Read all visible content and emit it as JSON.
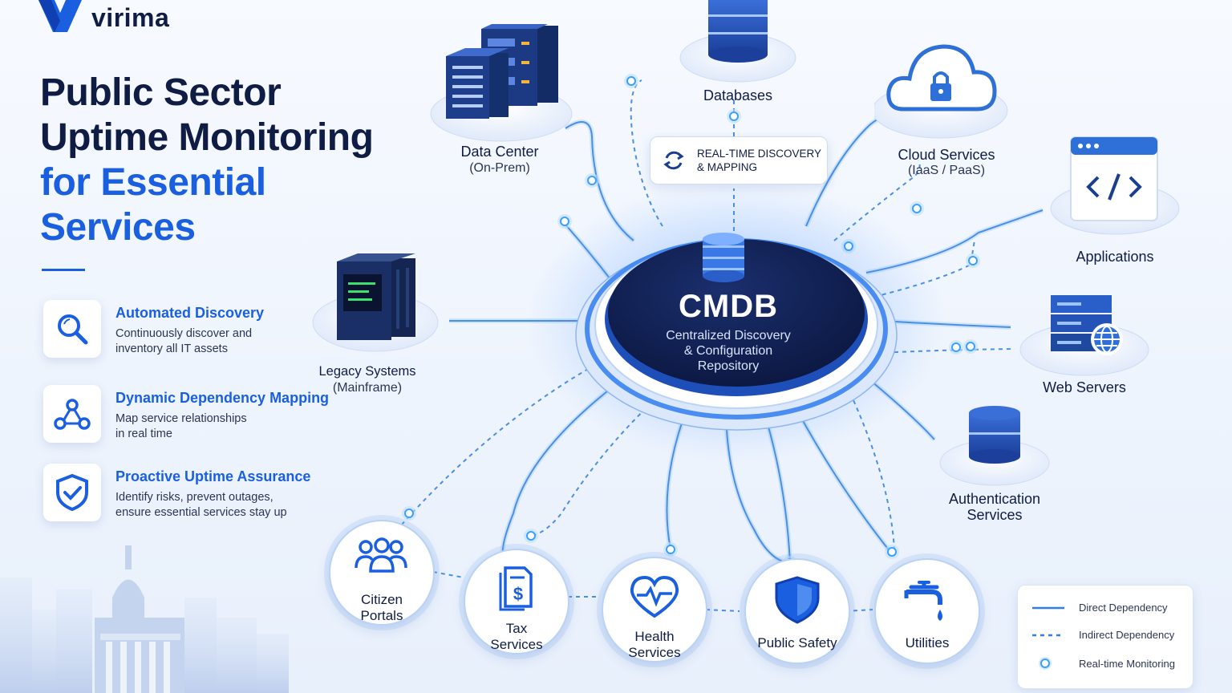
{
  "brand": {
    "name": "virima",
    "accent": "#1a5fe0",
    "dark": "#0f1d45"
  },
  "headline": {
    "line1": "Public Sector",
    "line2": "Uptime Monitoring",
    "line3": "for Essential",
    "line4": "Services"
  },
  "features": [
    {
      "icon": "search-icon",
      "title": "Automated Discovery",
      "desc1": "Continuously discover and",
      "desc2": "inventory all IT assets"
    },
    {
      "icon": "network-nodes-icon",
      "title": "Dynamic Dependency Mapping",
      "desc1": "Map service relationships",
      "desc2": "in real time"
    },
    {
      "icon": "shield-check-icon",
      "title": "Proactive Uptime Assurance",
      "desc1": "Identify risks, prevent outages,",
      "desc2": "ensure essential services stay up"
    }
  ],
  "hub": {
    "title": "CMDB",
    "sub1": "Centralized Discovery",
    "sub2": "& Configuration",
    "sub3": "Repository",
    "icon": "database-icon"
  },
  "discovery_badge": {
    "line1": "REAL-TIME DISCOVERY",
    "line2": "& MAPPING",
    "icon": "refresh-icon"
  },
  "infrastructure": {
    "data_center": {
      "line1": "Data Center",
      "line2": "(On-Prem)",
      "icon": "server-rack-icon"
    },
    "databases": {
      "line1": "Databases",
      "icon": "database-icon"
    },
    "cloud": {
      "line1": "Cloud Services",
      "line2": "(IaaS / PaaS)",
      "icon": "cloud-lock-icon"
    },
    "applications": {
      "line1": "Applications",
      "icon": "code-window-icon"
    },
    "web_servers": {
      "line1": "Web Servers",
      "icon": "server-globe-icon"
    },
    "auth": {
      "line1": "Authentication",
      "line2": "Services",
      "icon": "database-icon"
    },
    "legacy": {
      "line1": "Legacy Systems",
      "line2": "(Mainframe)",
      "icon": "mainframe-icon"
    }
  },
  "services": [
    {
      "line1": "Citizen",
      "line2": "Portals",
      "icon": "people-icon"
    },
    {
      "line1": "Tax",
      "line2": "Services",
      "icon": "tax-document-icon"
    },
    {
      "line1": "Health",
      "line2": "Services",
      "icon": "heart-pulse-icon"
    },
    {
      "line1": "Public Safety",
      "line2": "",
      "icon": "shield-icon"
    },
    {
      "line1": "Utilities",
      "line2": "",
      "icon": "faucet-icon"
    }
  ],
  "legend": {
    "direct": "Direct Dependency",
    "indirect": "Indirect Dependency",
    "monitoring": "Real-time Monitoring"
  },
  "colors": {
    "line": "#4a90e2",
    "glow": "#2f7df0",
    "hub": "#0f1f4d",
    "node": "#ffffff"
  }
}
